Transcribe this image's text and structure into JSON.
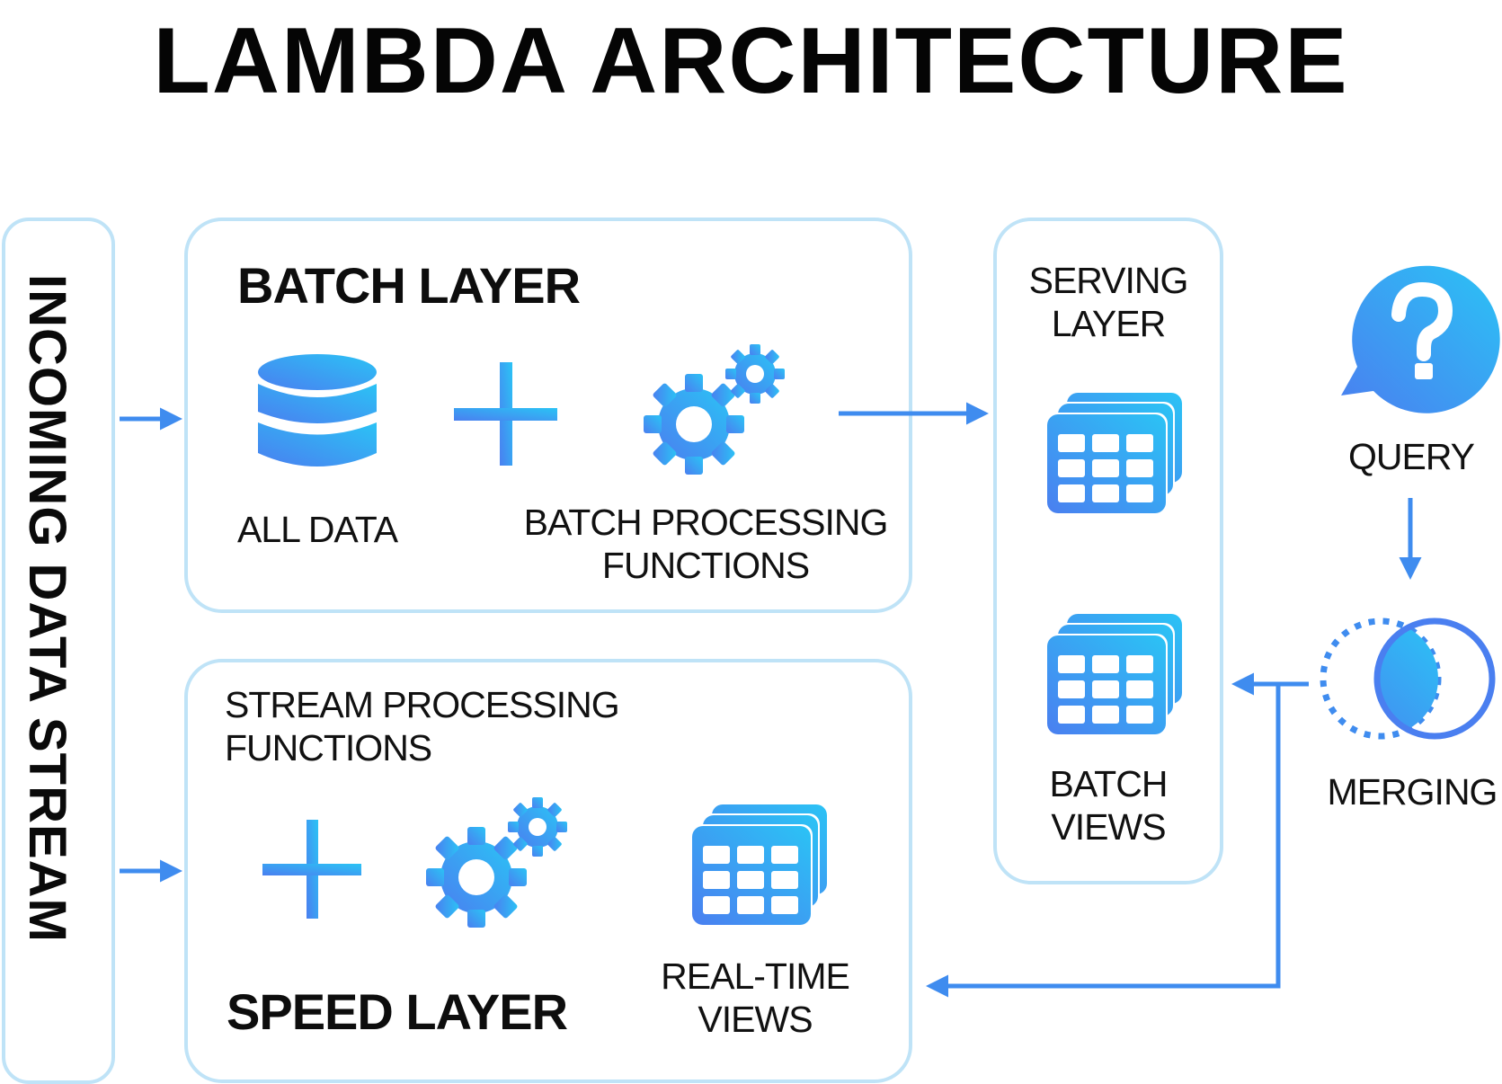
{
  "title": "LAMBDA ARCHITECTURE",
  "stream": {
    "label": "INCOMING DATA STREAM"
  },
  "batch_layer": {
    "title": "BATCH LAYER",
    "all_data": "ALL DATA",
    "processing_line1": "BATCH PROCESSING",
    "processing_line2": "FUNCTIONS"
  },
  "speed_layer": {
    "title": "SPEED LAYER",
    "processing_line1": "STREAM PROCESSING",
    "processing_line2": "FUNCTIONS",
    "views_line1": "REAL-TIME",
    "views_line2": "VIEWS"
  },
  "serving_layer": {
    "title_line1": "SERVING",
    "title_line2": "LAYER",
    "views_line1": "BATCH",
    "views_line2": "VIEWS"
  },
  "query": {
    "label": "QUERY"
  },
  "merging": {
    "label": "MERGING"
  },
  "colors": {
    "box_border": "#bfe3f7",
    "arrow": "#3f8cef",
    "icon_gradient_start": "#2bc3f5",
    "icon_gradient_end": "#4a7ff0"
  },
  "icons": [
    "database-icon",
    "plus-icon",
    "gears-icon",
    "table-stack-icon",
    "question-bubble-icon",
    "venn-merge-icon"
  ]
}
